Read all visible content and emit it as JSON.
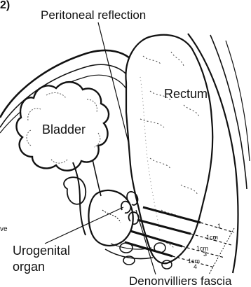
{
  "panel_label": "2)",
  "labels": {
    "peritoneal_reflection": "Peritoneal reflection",
    "rectum": "Rectum",
    "bladder": "Bladder",
    "urogenital_organ_line1": "Urogenital",
    "urogenital_organ_line2": "organ",
    "denonvilliers": "Denonvilliers fascia",
    "edge_fragment": "ve"
  },
  "measure_marks": [
    "1",
    "1cm",
    "2",
    "1cm",
    "3",
    "1cm",
    "4"
  ],
  "colors": {
    "ink": "#111111",
    "background": "#ffffff"
  }
}
